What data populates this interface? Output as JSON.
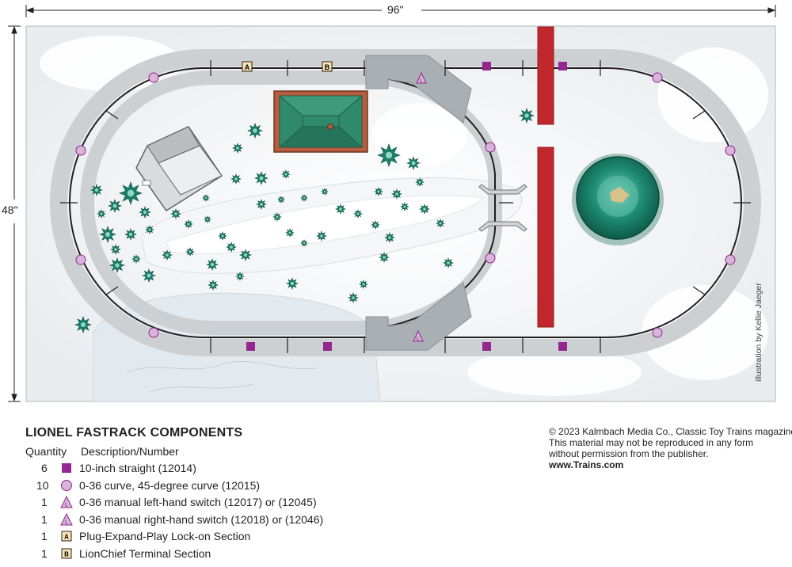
{
  "dimensions": {
    "width": "96\"",
    "height": "48\""
  },
  "credit": "illustration by Kellie Jaeger",
  "track_labels": {
    "lockon": "A",
    "terminal": "B",
    "switch": "L"
  },
  "legend": {
    "title": "LIONEL FASTRACK COMPONENTS",
    "qty_header": "Quantity",
    "desc_header": "Description/Number",
    "items": [
      {
        "qty": "6",
        "symbol": "square-magenta",
        "desc": "10-inch straight (12014)"
      },
      {
        "qty": "10",
        "symbol": "circle-lavender",
        "desc": "0-36 curve, 45-degree curve (12015)"
      },
      {
        "qty": "1",
        "symbol": "triangle-left",
        "desc": "0-36 manual left-hand switch (12017) or (12045)"
      },
      {
        "qty": "1",
        "symbol": "triangle-right",
        "desc": "0-36 manual right-hand switch (12018) or (12046)"
      },
      {
        "qty": "1",
        "symbol": "box-a",
        "label": "A",
        "desc": "Plug-Expand-Play Lock-on Section"
      },
      {
        "qty": "1",
        "symbol": "box-b",
        "label": "B",
        "desc": "LionChief Terminal Section"
      }
    ]
  },
  "copyright": {
    "lines": [
      "© 2023 Kalmbach Media Co., Classic Toy Trains magazine.",
      "This material may not be reproduced in any form",
      "without permission from the publisher."
    ],
    "url": "www.Trains.com"
  },
  "colors": {
    "track_bed": "#c9cbcd",
    "rail": "#231f20",
    "straight": "#93278f",
    "curve": "#d7b4d9",
    "road": "#c1272d",
    "roof": "#2f8a6b",
    "tree": "#1a7f6a",
    "label_box": "#fbe3b0"
  }
}
